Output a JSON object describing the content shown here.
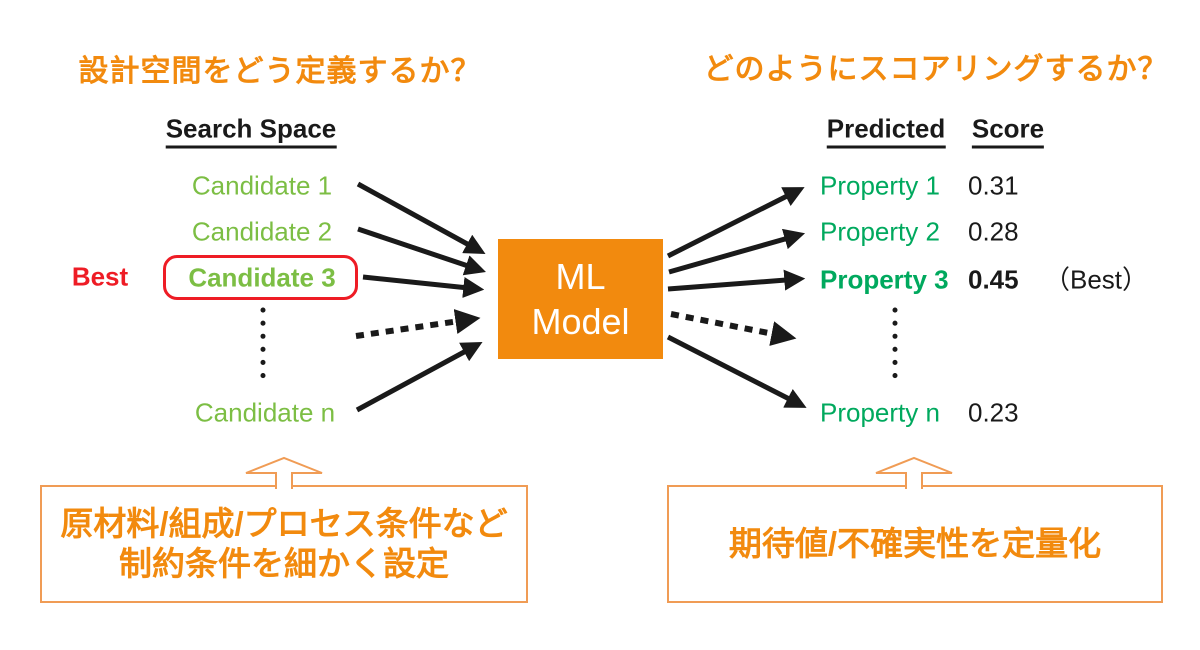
{
  "titles": {
    "left": "設計空間をどう定義するか？",
    "right": "どのようにスコアリングするか？"
  },
  "search_space": {
    "header": "Search Space",
    "best_label": "Best",
    "candidates": [
      "Candidate 1",
      "Candidate 2",
      "Candidate 3",
      "Candidate n"
    ]
  },
  "prediction": {
    "header_predicted": "Predicted",
    "header_score": "Score",
    "rows": [
      {
        "label": "Property 1",
        "score": "0.31",
        "note": ""
      },
      {
        "label": "Property 2",
        "score": "0.28",
        "note": ""
      },
      {
        "label": "Property 3",
        "score": "0.45",
        "note": "（Best）"
      },
      {
        "label": "Property n",
        "score": "0.23",
        "note": ""
      }
    ]
  },
  "ml_box": {
    "line1": "ML",
    "line2": "Model"
  },
  "callouts": {
    "left": {
      "line1": "原材料/組成/プロセス条件など",
      "line2": "制約条件を細かく設定"
    },
    "right": {
      "line1": "期待値/不確実性を定量化"
    }
  },
  "colors": {
    "orange": "#F28A0E",
    "orange_border": "#F09C55",
    "candidate_green": "#7CBE44",
    "property_green": "#00A95E",
    "best_red": "#EE1C25",
    "arrow_black": "#1A1A1A",
    "ml_text_white": "#FFFFFF"
  }
}
